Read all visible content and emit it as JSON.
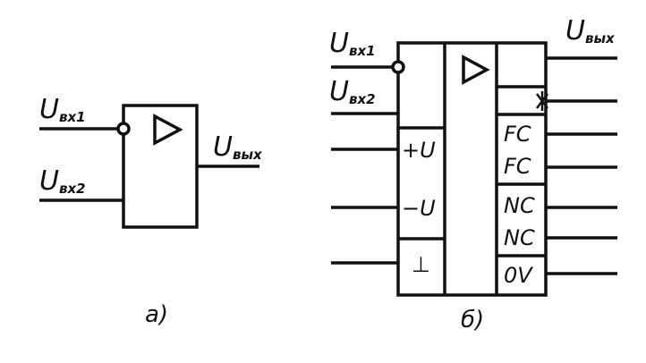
{
  "diagram_a": {
    "caption": "а)",
    "in1_main": "U",
    "in1_sub": "вх1",
    "in2_main": "U",
    "in2_sub": "вх2",
    "out_main": "U",
    "out_sub": "вых"
  },
  "diagram_b": {
    "caption": "б)",
    "in1_main": "U",
    "in1_sub": "вх1",
    "in2_main": "U",
    "in2_sub": "вх2",
    "out_main": "U",
    "out_sub": "вых",
    "left_labels": [
      "+U",
      "−U",
      "⊥"
    ],
    "right_labels": [
      "FC",
      "FC",
      "NC",
      "NC",
      "0V"
    ]
  }
}
